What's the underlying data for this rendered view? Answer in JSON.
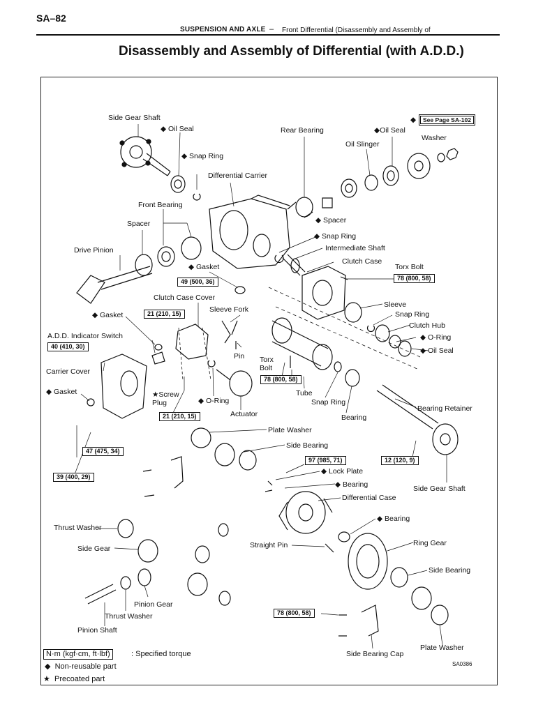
{
  "header": {
    "page_number": "SA–82",
    "section": "SUSPENSION AND AXLE",
    "dash": "–",
    "subsection": "Front Differential (Disassembly and Assembly of Differential with A.D.D.)"
  },
  "title": "Disassembly and Assembly of Differential (with A.D.D.)",
  "symbols": {
    "diamond": "◆",
    "star": "★"
  },
  "labels": {
    "side_gear_shaft_top": "Side Gear Shaft",
    "oil_seal_left": "Oil Seal",
    "snap_ring_top": "Snap Ring",
    "differential_carrier": "Differential Carrier",
    "rear_bearing": "Rear Bearing",
    "oil_seal_right": "Oil Seal",
    "oil_slinger": "Oil Slinger",
    "see_page": "See Page SA-102",
    "washer": "Washer",
    "front_bearing": "Front Bearing",
    "spacer_left": "Spacer",
    "spacer_right": "Spacer",
    "drive_pinion": "Drive Pinion",
    "snap_ring_2": "Snap Ring",
    "intermediate_shaft": "Intermediate Shaft",
    "clutch_case": "Clutch Case",
    "gasket_1": "Gasket",
    "torx_bolt_right": "Torx Bolt",
    "clutch_case_cover": "Clutch Case Cover",
    "sleeve_fork": "Sleeve Fork",
    "sleeve": "Sleeve",
    "gasket_2": "Gasket",
    "snap_ring_3": "Snap Ring",
    "clutch_hub": "Clutch Hub",
    "add_indicator_switch": "A.D.D. Indicator Switch",
    "o_ring_right": "O-Ring",
    "oil_seal_3": "Oil Seal",
    "pin": "Pin",
    "torx_bolt_mid": "Torx\nBolt",
    "carrier_cover": "Carrier Cover",
    "gasket_3": "Gasket",
    "screw_plug": "Screw\nPlug",
    "o_ring_mid": "O-Ring",
    "tube": "Tube",
    "snap_ring_4": "Snap Ring",
    "actuator": "Actuator",
    "bearing_mid": "Bearing",
    "bearing_retainer": "Bearing Retainer",
    "plate_washer_top": "Plate Washer",
    "side_bearing_top": "Side Bearing",
    "lock_plate": "Lock Plate",
    "bearing_lower": "Bearing",
    "differential_case": "Differential Case",
    "side_gear_shaft_right": "Side Gear Shaft",
    "thrust_washer_left": "Thrust Washer",
    "bearing_right": "Bearing",
    "side_gear": "Side Gear",
    "straight_pin": "Straight Pin",
    "ring_gear": "Ring Gear",
    "side_bearing_bottom": "Side Bearing",
    "pinion_gear": "Pinion Gear",
    "thrust_washer_bottom": "Thrust Washer",
    "pinion_shaft": "Pinion Shaft",
    "side_bearing_cap": "Side Bearing Cap",
    "plate_washer_bottom": "Plate Washer"
  },
  "torques": {
    "t49": "49 (500, 36)",
    "t78_right": "78 (800, 58)",
    "t21_top": "21 (210, 15)",
    "t40": "40 (410, 30)",
    "t78_mid": "78 (800, 58)",
    "t21_bottom": "21 (210, 15)",
    "t47": "47 (475, 34)",
    "t39": "39 (400, 29)",
    "t97": "97 (985, 71)",
    "t12": "12 (120, 9)",
    "t78_bottom": "78 (800, 58)"
  },
  "legend": {
    "unit_box": "N·m (kgf·cm, ft·lbf)",
    "unit_text": ": Specified torque",
    "non_reusable": "Non-reusable part",
    "precoated": "Precoated part"
  },
  "figure_code": "SA0386"
}
